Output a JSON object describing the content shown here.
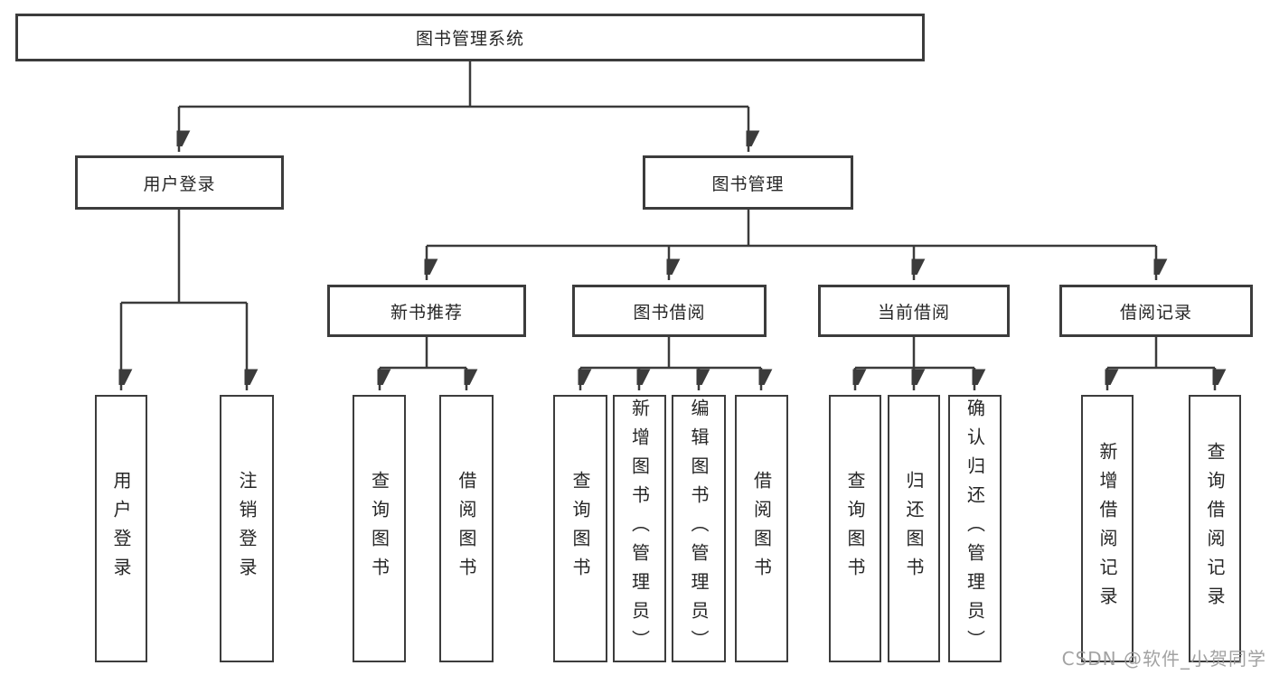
{
  "diagram_title": "图书管理系统",
  "nodes": {
    "root": "图书管理系统",
    "user_login": "用户登录",
    "book_mgmt": "图书管理",
    "new_book_rec": "新书推荐",
    "book_borrow": "图书借阅",
    "current_borrow": "当前借阅",
    "borrow_records": "借阅记录",
    "leaf_user_login": "用户登录",
    "leaf_logout": "注销登录",
    "leaf_query_book_1": "查询图书",
    "leaf_borrow_book_1": "借阅图书",
    "leaf_query_book_2": "查询图书",
    "leaf_add_book": "新增图书（管理员）",
    "leaf_edit_book": "编辑图书（管理员）",
    "leaf_borrow_book_2": "借阅图书",
    "leaf_query_book_3": "查询图书",
    "leaf_return_book": "归还图书",
    "leaf_confirm_return": "确认归还（管理员）",
    "leaf_add_record": "新增借阅记录",
    "leaf_query_record": "查询借阅记录"
  },
  "watermark": "CSDN @软件_小贺同学",
  "colors": {
    "line": "#3b3b3b",
    "box_border": "#3c3c3c",
    "text": "#262626",
    "watermark": "#9a9a9a",
    "background": "#ffffff"
  }
}
